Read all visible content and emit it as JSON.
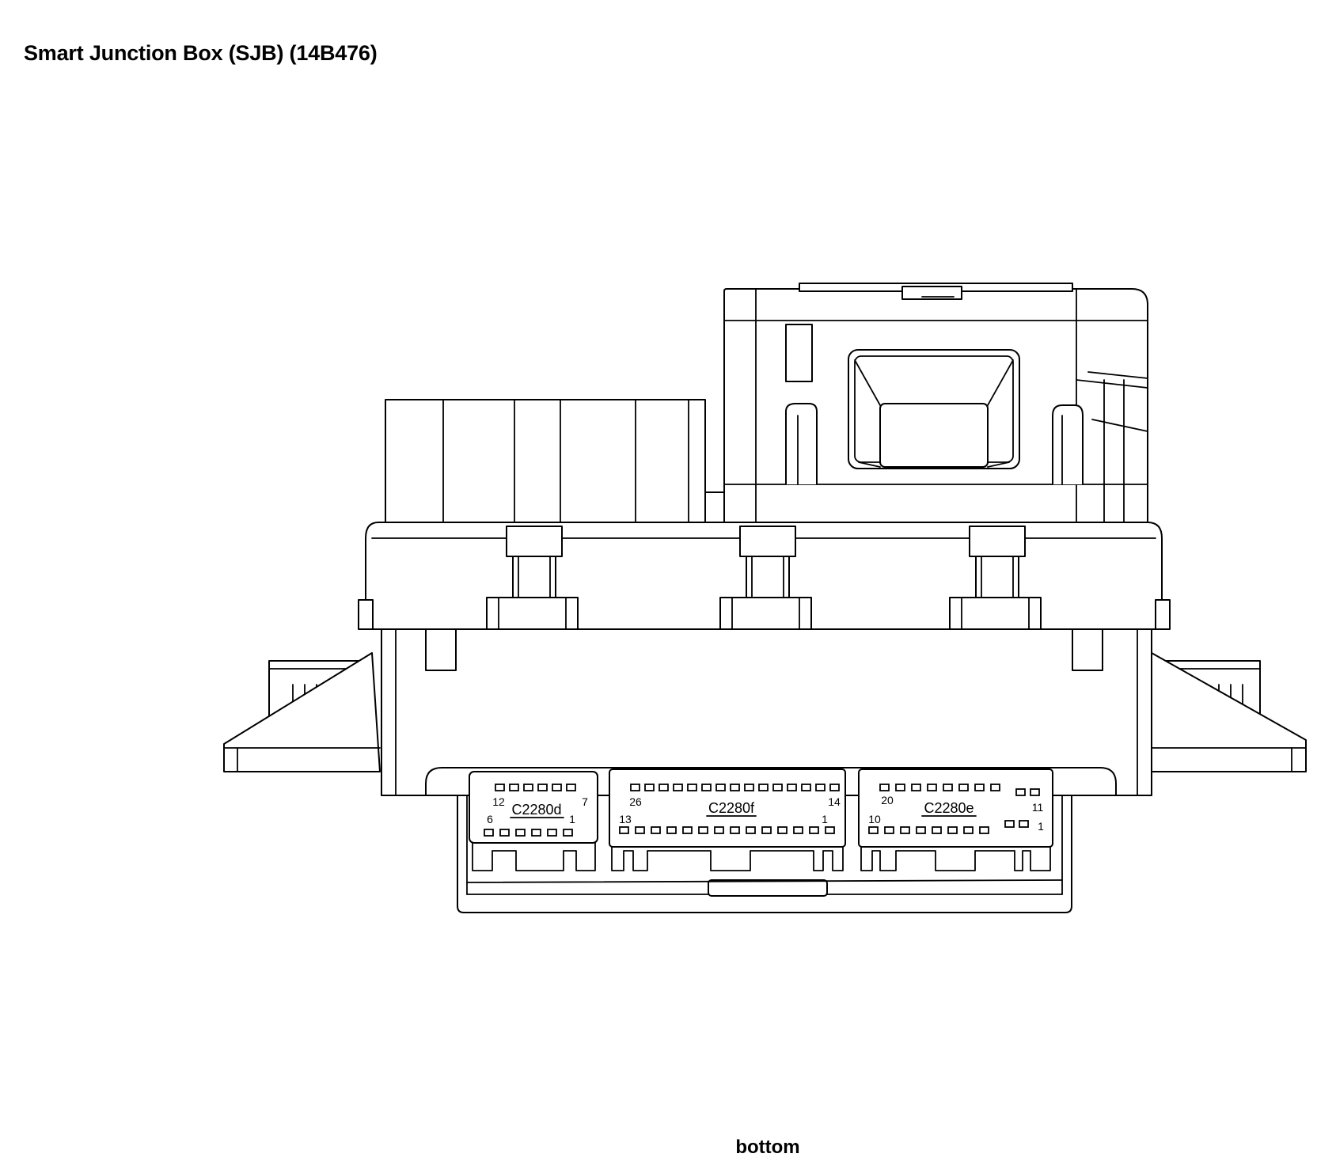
{
  "title": "Smart Junction Box (SJB) (14B476)",
  "view_label": "bottom",
  "connectors": [
    {
      "id": "C2280d",
      "label": "C2280d",
      "pin_first_row_start": "12",
      "pin_first_row_end": "7",
      "pin_second_row_start": "6",
      "pin_second_row_end": "1"
    },
    {
      "id": "C2280f",
      "label": "C2280f",
      "pin_first_row_start": "26",
      "pin_first_row_end": "14",
      "pin_second_row_start": "13",
      "pin_second_row_end": "1"
    },
    {
      "id": "C2280e",
      "label": "C2280e",
      "pin_first_row_start": "20",
      "pin_first_row_end": "11",
      "pin_second_row_start": "10",
      "pin_second_row_end": "1"
    }
  ]
}
